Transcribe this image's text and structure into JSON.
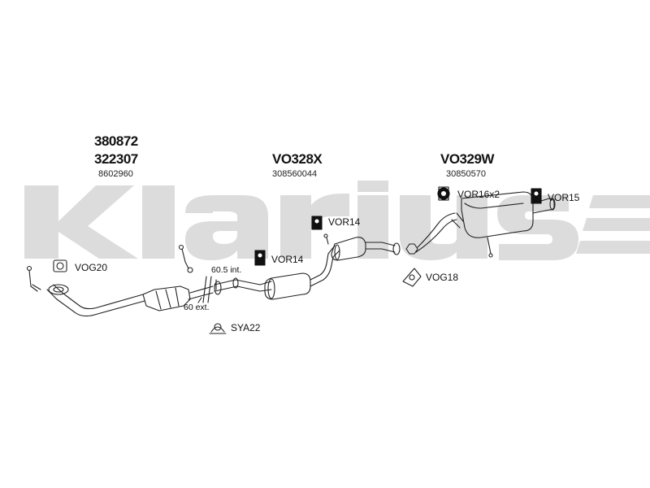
{
  "brand": {
    "watermark_text": "Klarius",
    "watermark_color": "#d9d9d9"
  },
  "groups": {
    "front": {
      "main_1": "380872",
      "main_2": "322307",
      "sub": "8602960"
    },
    "middle": {
      "main": "VO328X",
      "sub": "308560044"
    },
    "rear": {
      "main": "VO329W",
      "sub": "30850570"
    }
  },
  "fittings": {
    "vog20": "VOG20",
    "vor14_upper": "VOR14",
    "vor14_lower": "VOR14",
    "vor16": "VOR16x2",
    "vor15": "VOR15",
    "vog18": "VOG18",
    "sya22": "SYA22"
  },
  "notes": {
    "internal": "60.5 int.",
    "external": "60 ext."
  },
  "icons": [
    "flange-gasket-icon",
    "rubber-mount-icon",
    "twin-mount-icon",
    "pipe-clamp-icon",
    "exhaust-bracket-icon"
  ]
}
